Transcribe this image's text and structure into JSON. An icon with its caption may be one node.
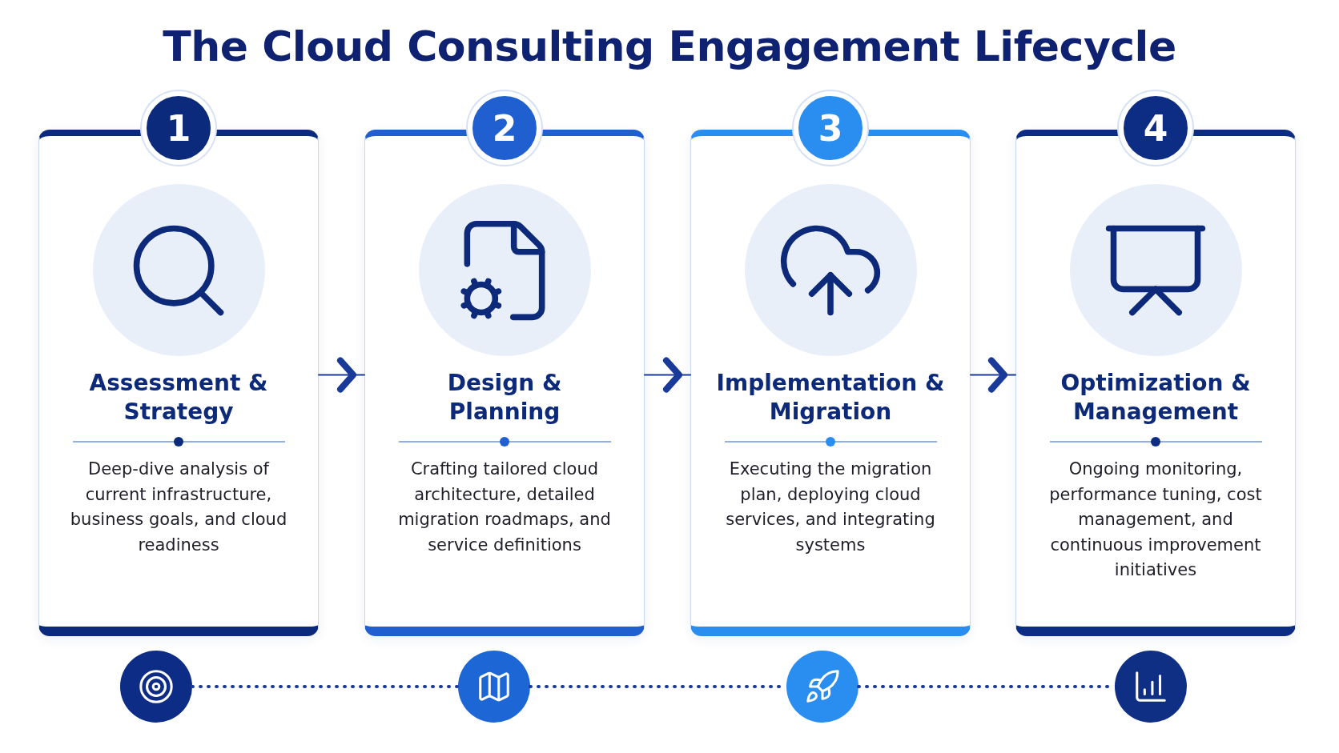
{
  "diagram": {
    "title": "The Cloud Consulting Engagement Lifecycle",
    "nodes": [
      {
        "text": [
          "1",
          "Assessment & Strategy",
          "Deep-dive analysis of current infrastructure, business goals, and cloud readiness"
        ]
      },
      {
        "text": [
          "2",
          "Design & Planning",
          "Crafting tailored cloud architecture, detailed migration roadmaps, and service definitions"
        ]
      },
      {
        "text": [
          "3",
          "Implementation & Migration",
          "Executing the migration plan, deploying cloud services, and integrating systems"
        ]
      },
      {
        "text": [
          "4",
          "Optimization & Management",
          "Ongoing monitoring, performance tuning, cost management, and continuous improvement initiatives"
        ]
      },
      {
        "text": [],
        "shape": "circle"
      },
      {
        "text": [],
        "shape": "circle"
      },
      {
        "text": [],
        "shape": "circle"
      },
      {
        "text": [],
        "shape": "circle"
      }
    ],
    "edges": [
      {
        "from": 0,
        "to": 1,
        "arrow": "to"
      },
      {
        "from": 1,
        "to": 2,
        "arrow": "to"
      },
      {
        "from": 2,
        "to": 3,
        "arrow": "to"
      },
      {
        "from": 4,
        "to": 5,
        "arrow": "none",
        "style": "dashed"
      },
      {
        "from": 5,
        "to": 6,
        "arrow": "none",
        "style": "dashed"
      },
      {
        "from": 6,
        "to": 7,
        "arrow": "none",
        "style": "dashed"
      }
    ]
  }
}
